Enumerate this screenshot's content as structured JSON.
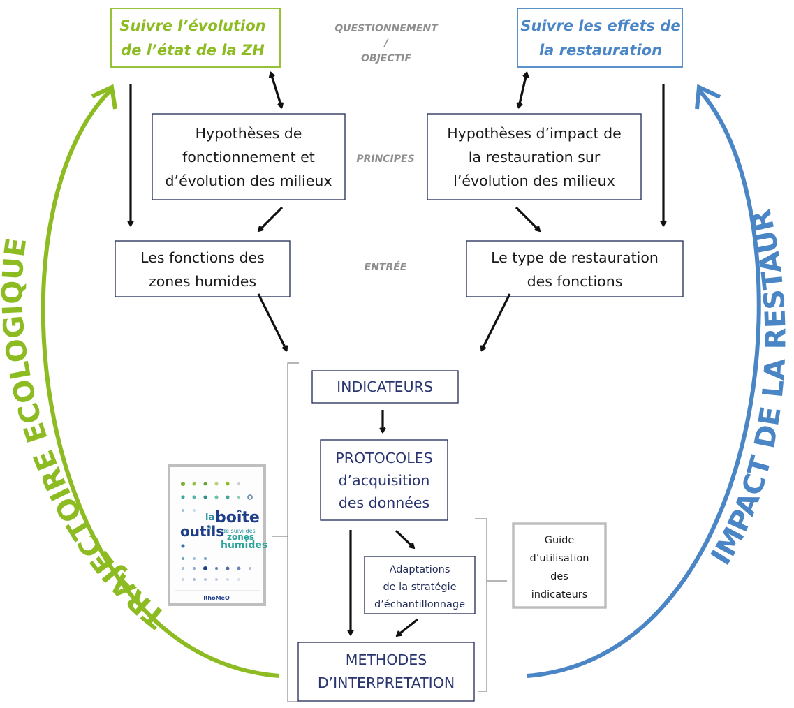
{
  "top_left_title": [
    "Suivre l’évolution",
    "de l’état de la ZH"
  ],
  "top_right_title": [
    "Suivre les effets de",
    "la restauration"
  ],
  "side_labels": {
    "questionnement": [
      "QUESTIONNEMENT",
      "/",
      "OBJECTIF"
    ],
    "principes": "PRINCIPES",
    "entree": "ENTRÉE"
  },
  "hyp_left": [
    "Hypothèses de",
    "fonctionnement et",
    "d’évolution des milieux"
  ],
  "hyp_right": [
    "Hypothèses d’impact de",
    "la restauration sur",
    "l’évolution des milieux"
  ],
  "fonctions_left": [
    "Les fonctions des",
    "zones humides"
  ],
  "fonctions_right": [
    "Le type de restauration",
    "des fonctions"
  ],
  "indicateurs": "INDICATEURS",
  "protocoles": [
    "PROTOCOLES",
    "d’acquisition",
    "des données"
  ],
  "adaptations": [
    "Adaptations",
    "de la stratégie",
    "d’échantillonnage"
  ],
  "methodes": [
    "METHODES",
    "D’INTERPRETATION"
  ],
  "guide": [
    "Guide",
    "d’utilisation",
    "des",
    "indicateurs"
  ],
  "arc_left_label": "TRAJECTOIRE ECOLOGIQUE",
  "arc_right_label": "IMPACT DE LA RESTAURATION",
  "book": {
    "title_la": "la",
    "title_boite": "boîte",
    "title_a": "à",
    "title_outils": "outils",
    "title_de_suivi": "de suivi des",
    "title_zones": "zones",
    "title_humides": "humides",
    "footer": "RhoMeO"
  },
  "colors": {
    "green": "#8dbb22",
    "blue": "#4a86c5",
    "navy": "#1f2a55"
  }
}
